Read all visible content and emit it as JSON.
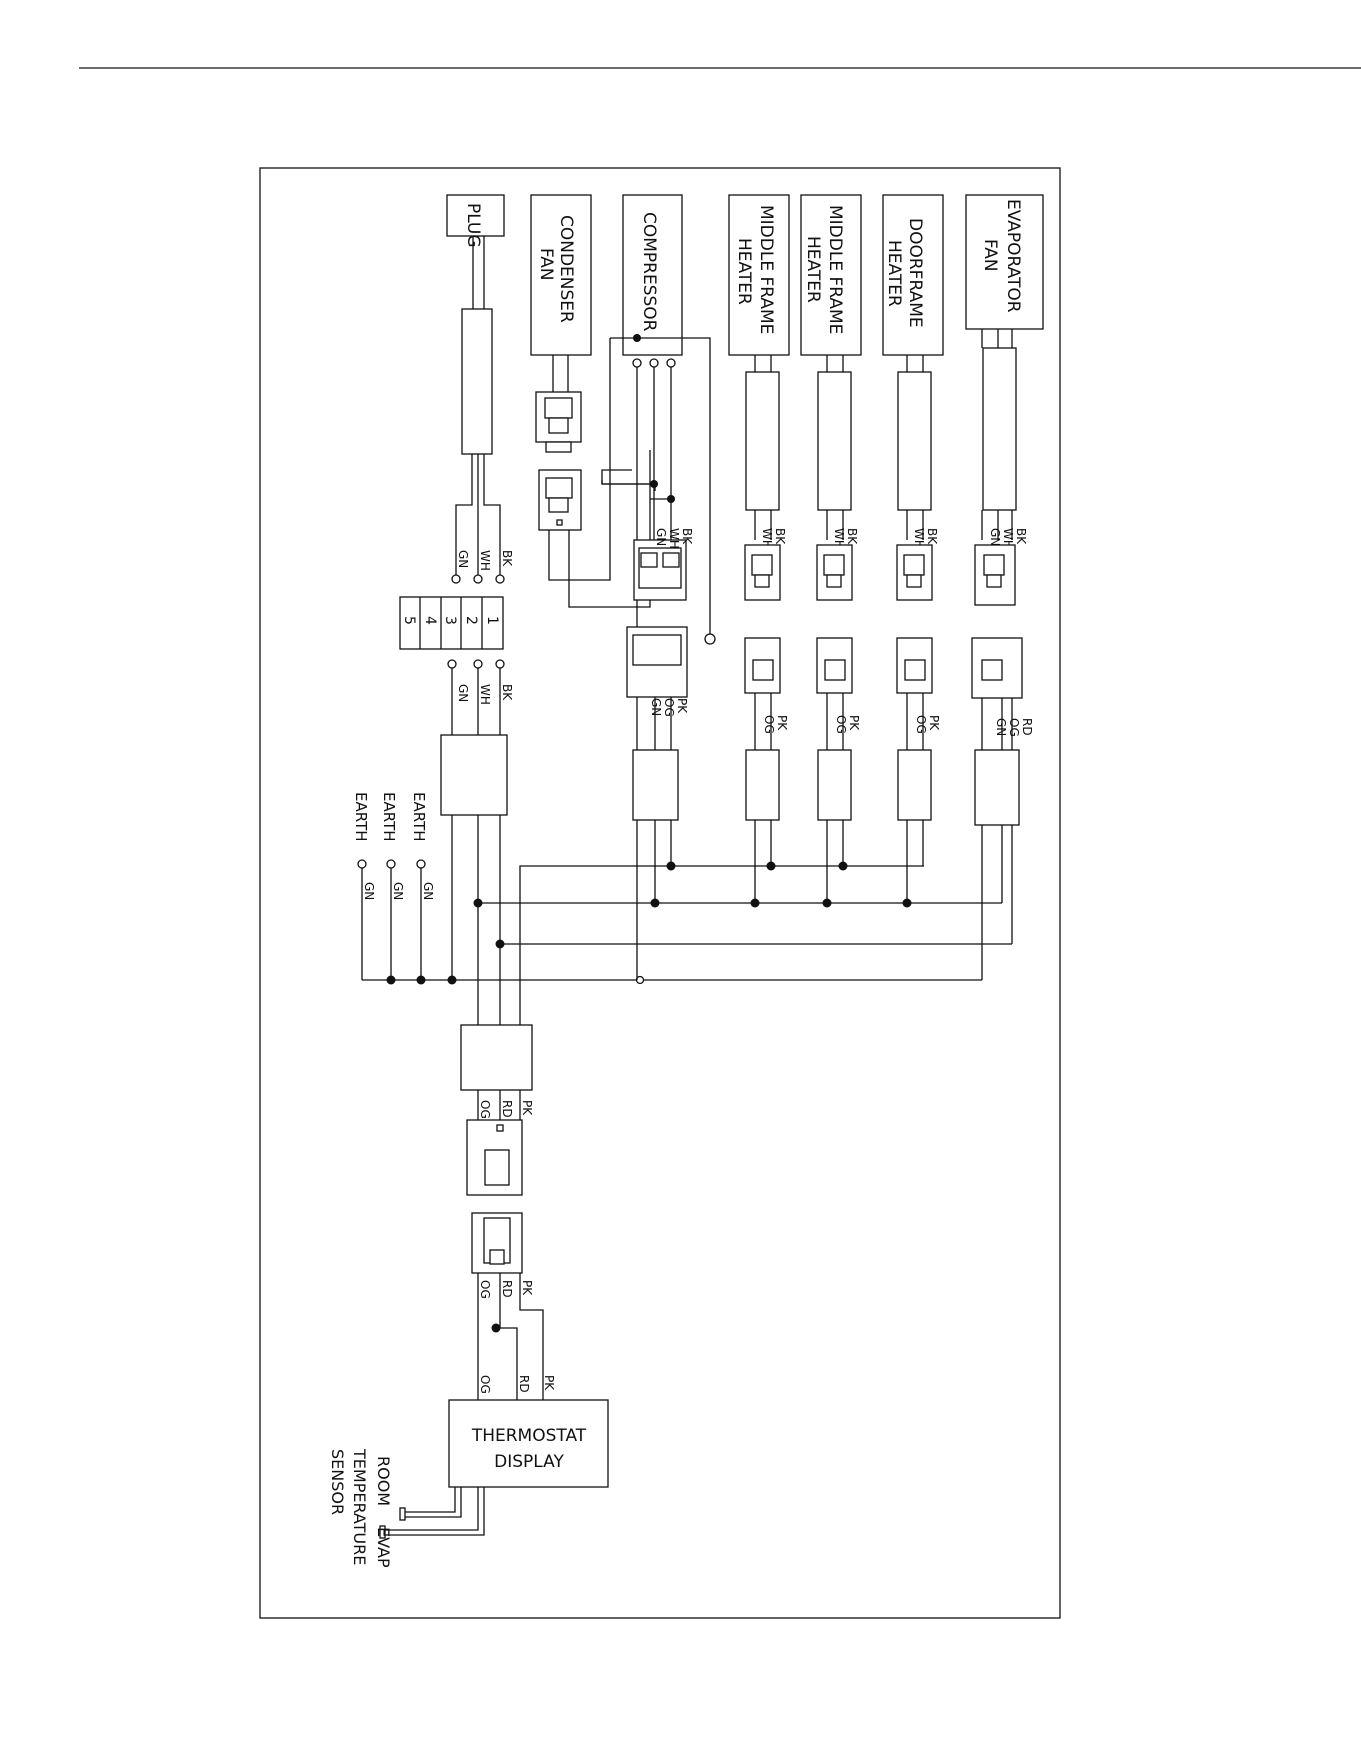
{
  "components": {
    "plug": "PLUG",
    "condenser_fan": [
      "CONDENSER",
      "FAN"
    ],
    "compressor": "COMPRESSOR",
    "middle_frame_heater_1": [
      "MIDDLE FRAME",
      "HEATER"
    ],
    "middle_frame_heater_2": [
      "MIDDLE FRAME",
      "HEATER"
    ],
    "doorframe_heater": [
      "DOORFRAME",
      "HEATER"
    ],
    "evaporator_fan": [
      "EVAPORATOR",
      "FAN"
    ],
    "thermostat": [
      "THERMOSTAT",
      "DISPLAY"
    ]
  },
  "terminal_block": [
    "1",
    "2",
    "3",
    "4",
    "5"
  ],
  "wire_colors": {
    "bk": "BK",
    "wh": "WH",
    "gn": "GN",
    "pk": "PK",
    "og": "OG",
    "rd": "RD"
  },
  "earth_label": "EARTH",
  "sensors": {
    "room": "ROOM",
    "evap": "EVAP",
    "temperature": "TEMPERATURE",
    "sensor": "SENSOR"
  }
}
